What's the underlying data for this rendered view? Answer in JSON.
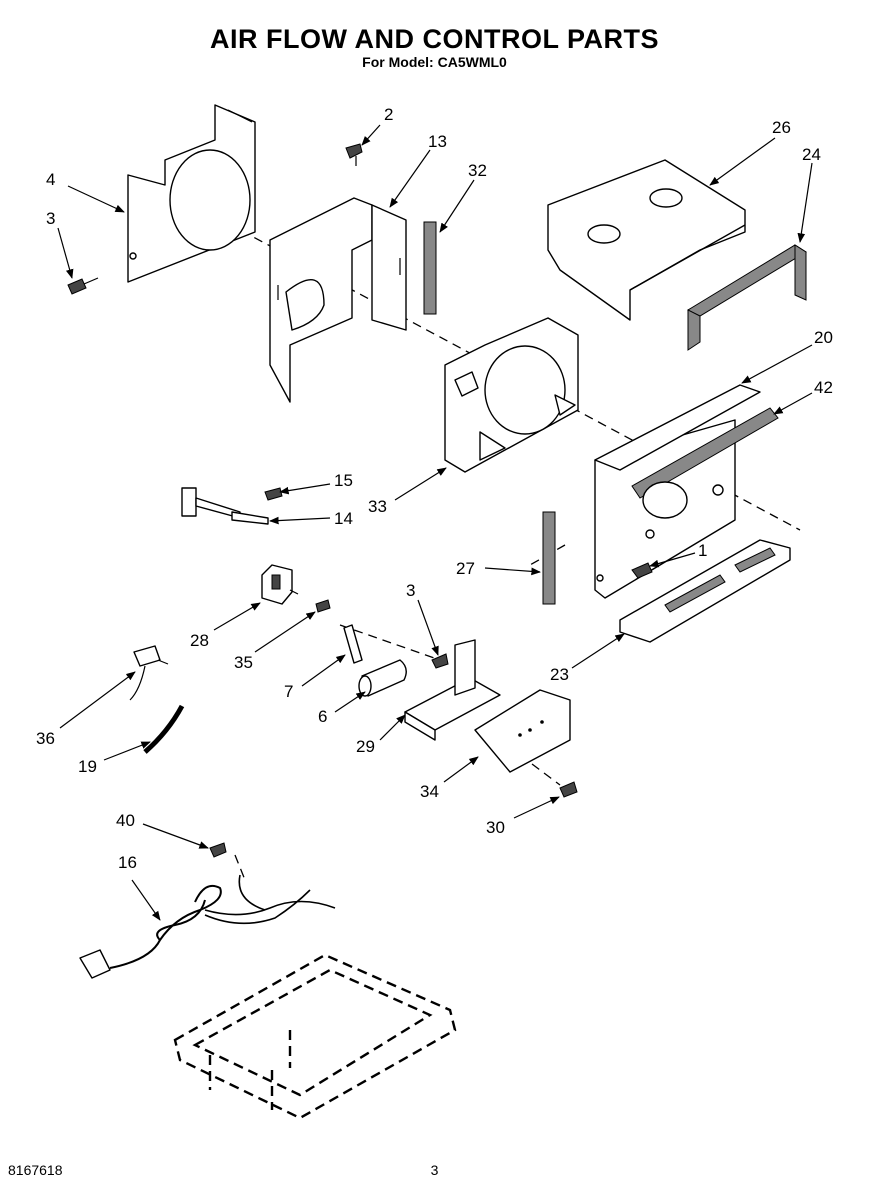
{
  "title": "AIR FLOW AND CONTROL PARTS",
  "subtitle": "For Model: CA5WML0",
  "footer": {
    "doc_number": "8167618",
    "page_number": "3"
  },
  "callouts": [
    "2",
    "4",
    "13",
    "32",
    "26",
    "24",
    "3",
    "20",
    "42",
    "15",
    "14",
    "33",
    "1",
    "27",
    "3",
    "28",
    "35",
    "23",
    "7",
    "6",
    "29",
    "36",
    "19",
    "34",
    "30",
    "40",
    "16"
  ]
}
